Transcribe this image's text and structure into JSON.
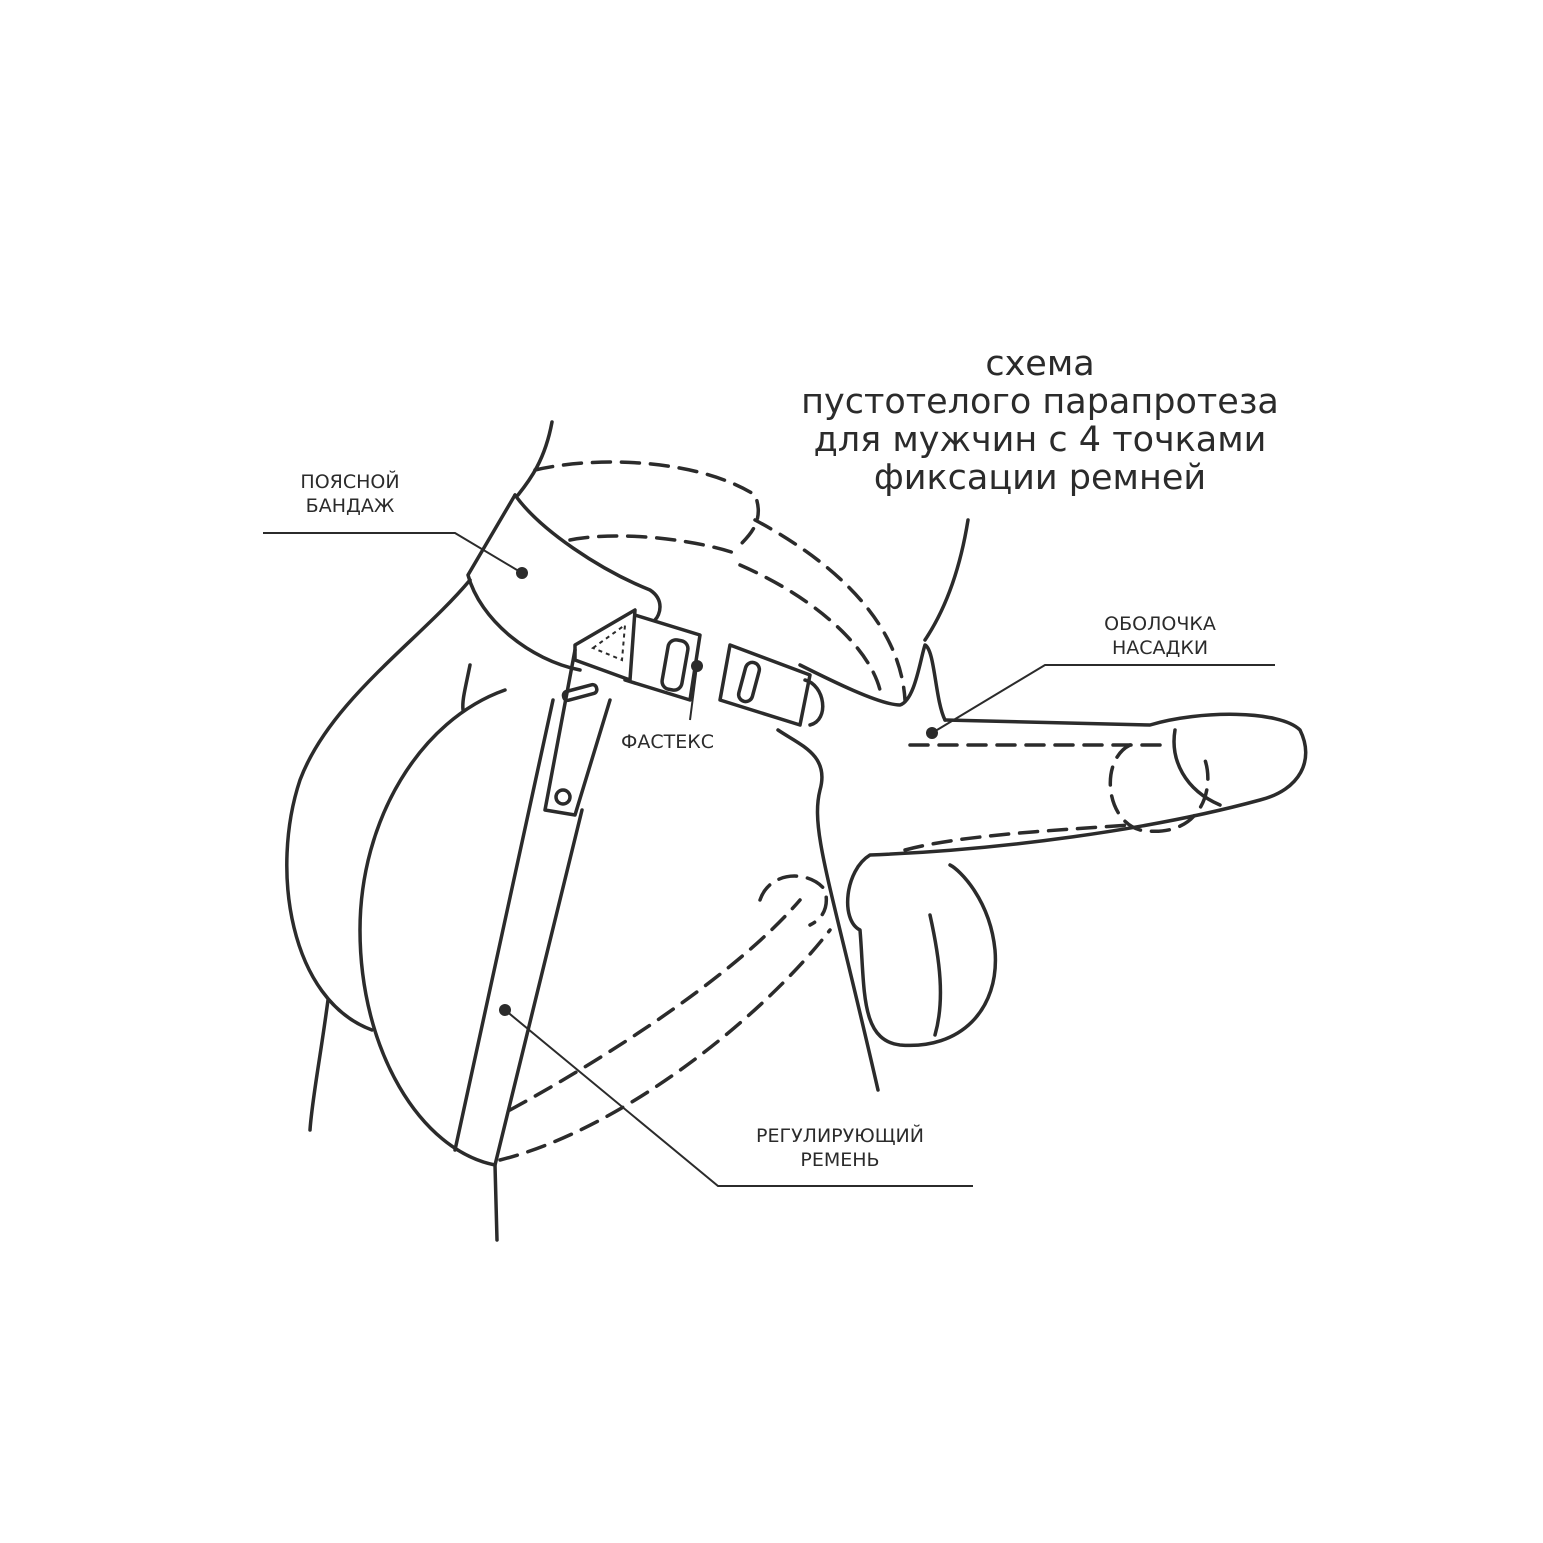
{
  "title": {
    "lines": [
      "схема",
      "пустотелого парапротеза",
      "для мужчин с 4 точками",
      "фиксации ремней"
    ]
  },
  "labels": {
    "waist_belt": [
      "ПОЯСНОЙ",
      "БАНДАЖ"
    ],
    "shell": [
      "ОБОЛОЧКА",
      "НАСАДКИ"
    ],
    "fastex": "ФАСТЕКС",
    "strap": [
      "РЕГУЛИРУЮЩИЙ",
      "РЕМЕНЬ"
    ]
  },
  "colors": {
    "line": "#2b2b2b",
    "background": "#ffffff"
  }
}
